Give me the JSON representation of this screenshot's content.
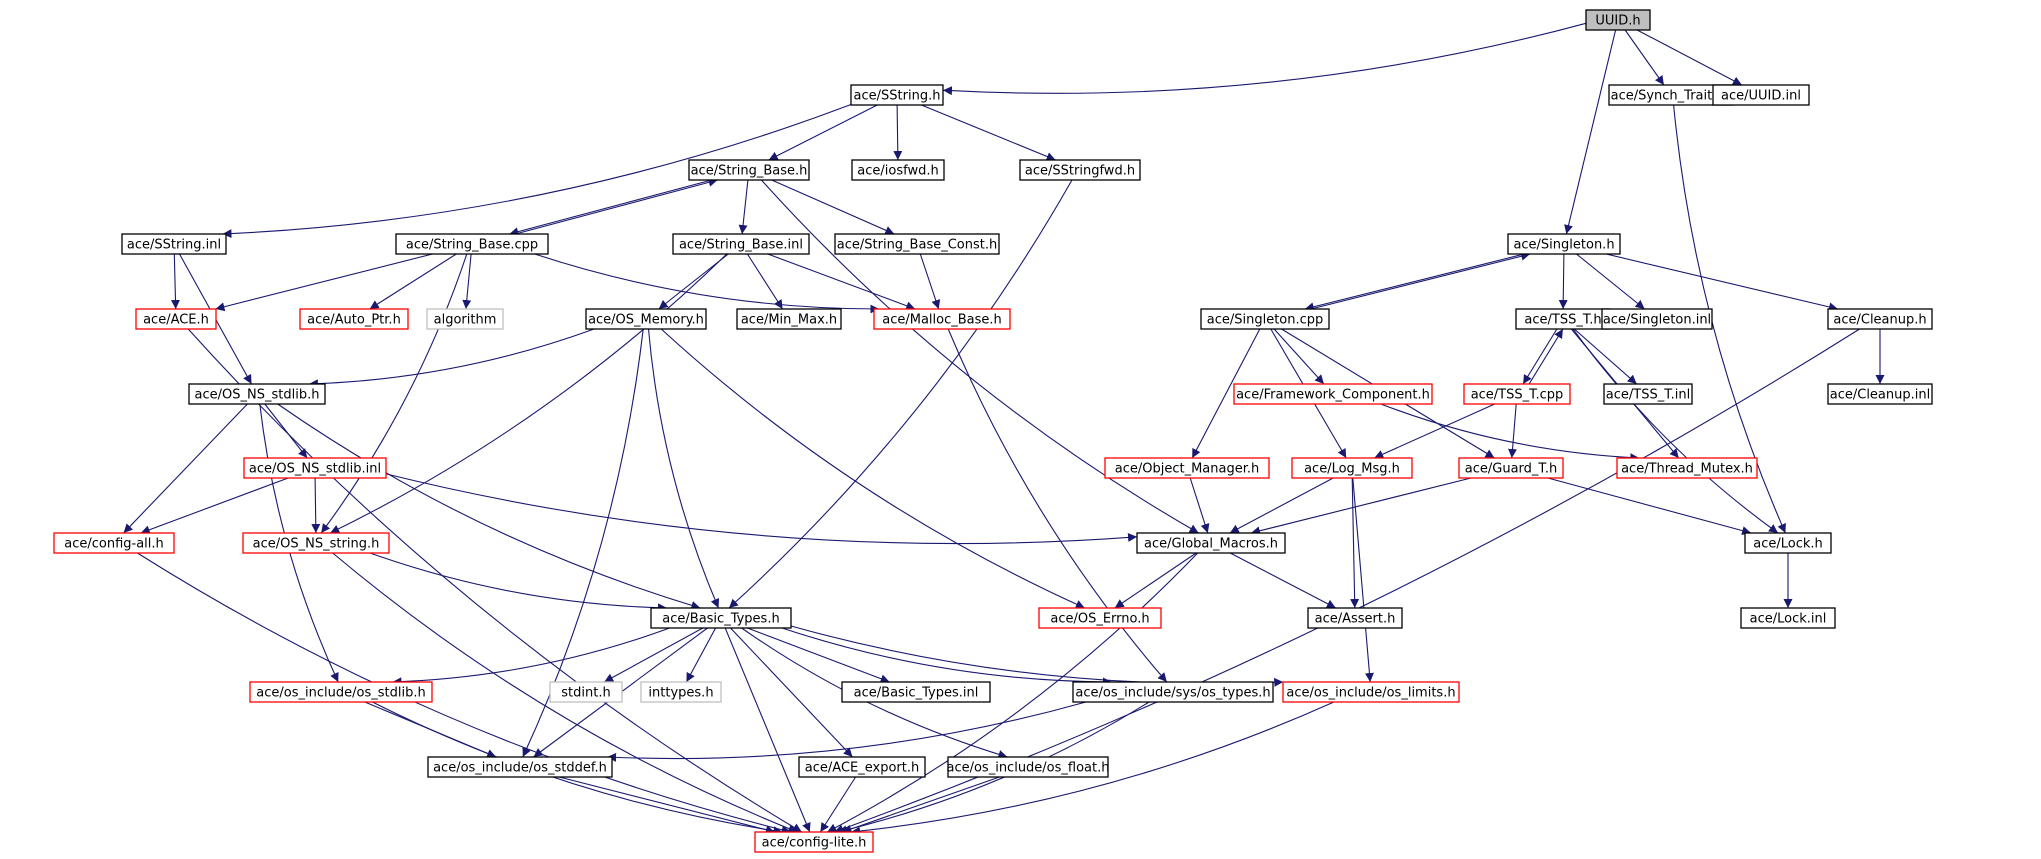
{
  "colors": {
    "edge": "#191970",
    "normal_border": "#000000",
    "missing_border": "#ff0000",
    "external_border": "#bfbfbf",
    "root_fill": "#bfbfbf",
    "node_fill": "#ffffff"
  },
  "nodes": [
    {
      "id": "uuid_h",
      "label": "UUID.h",
      "kind": "root"
    },
    {
      "id": "sstring_h",
      "label": "ace/SString.h",
      "kind": "normal"
    },
    {
      "id": "synch_traits_h",
      "label": "ace/Synch_Traits.h",
      "kind": "normal"
    },
    {
      "id": "uuid_inl",
      "label": "ace/UUID.inl",
      "kind": "normal"
    },
    {
      "id": "string_base_h",
      "label": "ace/String_Base.h",
      "kind": "normal"
    },
    {
      "id": "iosfwd_h",
      "label": "ace/iosfwd.h",
      "kind": "normal"
    },
    {
      "id": "sstringfwd_h",
      "label": "ace/SStringfwd.h",
      "kind": "normal"
    },
    {
      "id": "sstring_inl",
      "label": "ace/SString.inl",
      "kind": "normal"
    },
    {
      "id": "string_base_cpp",
      "label": "ace/String_Base.cpp",
      "kind": "normal"
    },
    {
      "id": "string_base_inl",
      "label": "ace/String_Base.inl",
      "kind": "normal"
    },
    {
      "id": "string_base_const_h",
      "label": "ace/String_Base_Const.h",
      "kind": "normal"
    },
    {
      "id": "singleton_h",
      "label": "ace/Singleton.h",
      "kind": "normal"
    },
    {
      "id": "ace_h",
      "label": "ace/ACE.h",
      "kind": "missing"
    },
    {
      "id": "auto_ptr_h",
      "label": "ace/Auto_Ptr.h",
      "kind": "missing"
    },
    {
      "id": "algorithm",
      "label": "algorithm",
      "kind": "external"
    },
    {
      "id": "os_memory_h",
      "label": "ace/OS_Memory.h",
      "kind": "normal"
    },
    {
      "id": "min_max_h",
      "label": "ace/Min_Max.h",
      "kind": "normal"
    },
    {
      "id": "malloc_base_h",
      "label": "ace/Malloc_Base.h",
      "kind": "missing"
    },
    {
      "id": "singleton_cpp",
      "label": "ace/Singleton.cpp",
      "kind": "normal"
    },
    {
      "id": "tss_t_h",
      "label": "ace/TSS_T.h",
      "kind": "normal"
    },
    {
      "id": "singleton_inl",
      "label": "ace/Singleton.inl",
      "kind": "normal"
    },
    {
      "id": "cleanup_h",
      "label": "ace/Cleanup.h",
      "kind": "normal"
    },
    {
      "id": "os_ns_stdlib_h",
      "label": "ace/OS_NS_stdlib.h",
      "kind": "normal"
    },
    {
      "id": "framework_component_h",
      "label": "ace/Framework_Component.h",
      "kind": "missing"
    },
    {
      "id": "tss_t_cpp",
      "label": "ace/TSS_T.cpp",
      "kind": "missing"
    },
    {
      "id": "tss_t_inl",
      "label": "ace/TSS_T.inl",
      "kind": "normal"
    },
    {
      "id": "cleanup_inl",
      "label": "ace/Cleanup.inl",
      "kind": "normal"
    },
    {
      "id": "os_ns_stdlib_inl",
      "label": "ace/OS_NS_stdlib.inl",
      "kind": "missing"
    },
    {
      "id": "object_manager_h",
      "label": "ace/Object_Manager.h",
      "kind": "missing"
    },
    {
      "id": "log_msg_h",
      "label": "ace/Log_Msg.h",
      "kind": "missing"
    },
    {
      "id": "guard_t_h",
      "label": "ace/Guard_T.h",
      "kind": "missing"
    },
    {
      "id": "thread_mutex_h",
      "label": "ace/Thread_Mutex.h",
      "kind": "missing"
    },
    {
      "id": "config_all_h",
      "label": "ace/config-all.h",
      "kind": "missing"
    },
    {
      "id": "os_ns_string_h",
      "label": "ace/OS_NS_string.h",
      "kind": "missing"
    },
    {
      "id": "global_macros_h",
      "label": "ace/Global_Macros.h",
      "kind": "normal"
    },
    {
      "id": "lock_h",
      "label": "ace/Lock.h",
      "kind": "normal"
    },
    {
      "id": "basic_types_h",
      "label": "ace/Basic_Types.h",
      "kind": "normal"
    },
    {
      "id": "os_errno_h",
      "label": "ace/OS_Errno.h",
      "kind": "missing"
    },
    {
      "id": "assert_h",
      "label": "ace/Assert.h",
      "kind": "normal"
    },
    {
      "id": "lock_inl",
      "label": "ace/Lock.inl",
      "kind": "normal"
    },
    {
      "id": "os_stdlib_h",
      "label": "ace/os_include/os_stdlib.h",
      "kind": "missing"
    },
    {
      "id": "stdint_h",
      "label": "stdint.h",
      "kind": "external"
    },
    {
      "id": "inttypes_h",
      "label": "inttypes.h",
      "kind": "external"
    },
    {
      "id": "basic_types_inl",
      "label": "ace/Basic_Types.inl",
      "kind": "normal"
    },
    {
      "id": "os_types_h",
      "label": "ace/os_include/sys/os_types.h",
      "kind": "normal"
    },
    {
      "id": "os_limits_h",
      "label": "ace/os_include/os_limits.h",
      "kind": "missing"
    },
    {
      "id": "os_stddef_h",
      "label": "ace/os_include/os_stddef.h",
      "kind": "normal"
    },
    {
      "id": "ace_export_h",
      "label": "ace/ACE_export.h",
      "kind": "normal"
    },
    {
      "id": "os_float_h",
      "label": "ace/os_include/os_float.h",
      "kind": "normal"
    },
    {
      "id": "config_lite_h",
      "label": "ace/config-lite.h",
      "kind": "missing"
    }
  ],
  "edges": [
    [
      "uuid_h",
      "sstring_h"
    ],
    [
      "uuid_h",
      "synch_traits_h"
    ],
    [
      "uuid_h",
      "uuid_inl"
    ],
    [
      "uuid_h",
      "singleton_h"
    ],
    [
      "sstring_h",
      "string_base_h"
    ],
    [
      "sstring_h",
      "iosfwd_h"
    ],
    [
      "sstring_h",
      "sstringfwd_h"
    ],
    [
      "sstring_h",
      "sstring_inl"
    ],
    [
      "synch_traits_h",
      "lock_h"
    ],
    [
      "string_base_h",
      "string_base_cpp"
    ],
    [
      "string_base_h",
      "string_base_inl"
    ],
    [
      "string_base_h",
      "string_base_const_h"
    ],
    [
      "string_base_h",
      "global_macros_h"
    ],
    [
      "sstringfwd_h",
      "basic_types_h"
    ],
    [
      "sstring_inl",
      "ace_h"
    ],
    [
      "sstring_inl",
      "os_ns_stdlib_h"
    ],
    [
      "string_base_cpp",
      "string_base_h"
    ],
    [
      "string_base_cpp",
      "ace_h"
    ],
    [
      "string_base_cpp",
      "auto_ptr_h"
    ],
    [
      "string_base_cpp",
      "algorithm"
    ],
    [
      "string_base_cpp",
      "malloc_base_h"
    ],
    [
      "string_base_cpp",
      "os_ns_string_h"
    ],
    [
      "string_base_inl",
      "os_memory_h"
    ],
    [
      "string_base_inl",
      "min_max_h"
    ],
    [
      "string_base_inl",
      "malloc_base_h"
    ],
    [
      "string_base_inl",
      "os_ns_string_h"
    ],
    [
      "string_base_const_h",
      "malloc_base_h"
    ],
    [
      "singleton_h",
      "singleton_cpp"
    ],
    [
      "singleton_h",
      "tss_t_h"
    ],
    [
      "singleton_h",
      "singleton_inl"
    ],
    [
      "singleton_h",
      "cleanup_h"
    ],
    [
      "ace_h",
      "config_lite_h"
    ],
    [
      "os_memory_h",
      "os_ns_stdlib_h"
    ],
    [
      "os_memory_h",
      "basic_types_h"
    ],
    [
      "os_memory_h",
      "os_errno_h"
    ],
    [
      "os_memory_h",
      "os_stddef_h"
    ],
    [
      "malloc_base_h",
      "os_types_h"
    ],
    [
      "singleton_cpp",
      "singleton_h"
    ],
    [
      "singleton_cpp",
      "framework_component_h"
    ],
    [
      "singleton_cpp",
      "object_manager_h"
    ],
    [
      "singleton_cpp",
      "log_msg_h"
    ],
    [
      "singleton_cpp",
      "guard_t_h"
    ],
    [
      "tss_t_h",
      "tss_t_cpp"
    ],
    [
      "tss_t_h",
      "tss_t_inl"
    ],
    [
      "tss_t_h",
      "thread_mutex_h"
    ],
    [
      "tss_t_h",
      "lock_h"
    ],
    [
      "cleanup_h",
      "cleanup_inl"
    ],
    [
      "cleanup_h",
      "config_lite_h"
    ],
    [
      "os_ns_stdlib_h",
      "os_ns_stdlib_inl"
    ],
    [
      "os_ns_stdlib_h",
      "config_all_h"
    ],
    [
      "os_ns_stdlib_h",
      "basic_types_h"
    ],
    [
      "os_ns_stdlib_h",
      "os_stdlib_h"
    ],
    [
      "framework_component_h",
      "thread_mutex_h"
    ],
    [
      "tss_t_cpp",
      "tss_t_h"
    ],
    [
      "tss_t_cpp",
      "log_msg_h"
    ],
    [
      "tss_t_cpp",
      "guard_t_h"
    ],
    [
      "os_ns_stdlib_inl",
      "config_all_h"
    ],
    [
      "os_ns_stdlib_inl",
      "os_ns_string_h"
    ],
    [
      "os_ns_stdlib_inl",
      "global_macros_h"
    ],
    [
      "object_manager_h",
      "global_macros_h"
    ],
    [
      "log_msg_h",
      "global_macros_h"
    ],
    [
      "log_msg_h",
      "assert_h"
    ],
    [
      "log_msg_h",
      "os_limits_h"
    ],
    [
      "guard_t_h",
      "global_macros_h"
    ],
    [
      "guard_t_h",
      "lock_h"
    ],
    [
      "config_all_h",
      "config_lite_h"
    ],
    [
      "os_ns_string_h",
      "basic_types_h"
    ],
    [
      "os_ns_string_h",
      "config_lite_h"
    ],
    [
      "global_macros_h",
      "os_errno_h"
    ],
    [
      "global_macros_h",
      "assert_h"
    ],
    [
      "global_macros_h",
      "config_lite_h"
    ],
    [
      "lock_h",
      "lock_inl"
    ],
    [
      "basic_types_h",
      "os_stdlib_h"
    ],
    [
      "basic_types_h",
      "stdint_h"
    ],
    [
      "basic_types_h",
      "inttypes_h"
    ],
    [
      "basic_types_h",
      "basic_types_inl"
    ],
    [
      "basic_types_h",
      "os_types_h"
    ],
    [
      "basic_types_h",
      "os_limits_h"
    ],
    [
      "basic_types_h",
      "os_stddef_h"
    ],
    [
      "basic_types_h",
      "ace_export_h"
    ],
    [
      "basic_types_h",
      "os_float_h"
    ],
    [
      "basic_types_h",
      "config_lite_h"
    ],
    [
      "os_stdlib_h",
      "os_stddef_h"
    ],
    [
      "os_stdlib_h",
      "config_lite_h"
    ],
    [
      "os_types_h",
      "os_stddef_h"
    ],
    [
      "os_types_h",
      "config_lite_h"
    ],
    [
      "os_limits_h",
      "config_lite_h"
    ],
    [
      "os_stddef_h",
      "config_lite_h"
    ],
    [
      "ace_export_h",
      "config_lite_h"
    ],
    [
      "os_float_h",
      "config_lite_h"
    ]
  ]
}
